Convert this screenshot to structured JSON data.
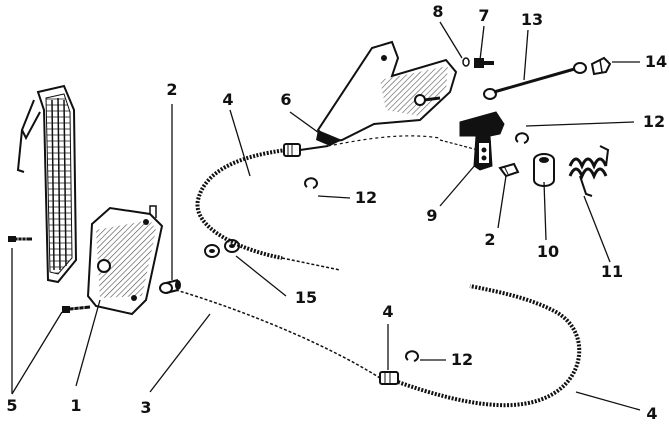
{
  "diagram": {
    "callouts": [
      {
        "id": "c1",
        "text": "1"
      },
      {
        "id": "c2a",
        "text": "2"
      },
      {
        "id": "c2b",
        "text": "2"
      },
      {
        "id": "c3",
        "text": "3"
      },
      {
        "id": "c4a",
        "text": "4"
      },
      {
        "id": "c4b",
        "text": "4"
      },
      {
        "id": "c4c",
        "text": "4"
      },
      {
        "id": "c5",
        "text": "5"
      },
      {
        "id": "c6",
        "text": "6"
      },
      {
        "id": "c7",
        "text": "7"
      },
      {
        "id": "c8",
        "text": "8"
      },
      {
        "id": "c9",
        "text": "9"
      },
      {
        "id": "c10",
        "text": "10"
      },
      {
        "id": "c11",
        "text": "11"
      },
      {
        "id": "c12a",
        "text": "12"
      },
      {
        "id": "c12b",
        "text": "12"
      },
      {
        "id": "c12c",
        "text": "12"
      },
      {
        "id": "c13",
        "text": "13"
      },
      {
        "id": "c14",
        "text": "14"
      },
      {
        "id": "c15",
        "text": "15"
      }
    ],
    "colors": {
      "ink": "#111111",
      "shade": "#7a7a7a",
      "paper": "#ffffff"
    }
  }
}
